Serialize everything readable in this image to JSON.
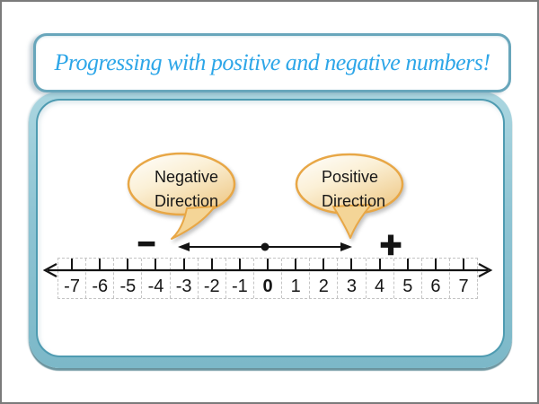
{
  "title": {
    "text": "Progressing with positive and negative numbers!"
  },
  "bubbles": {
    "negative": {
      "text": "Negative\nDirection"
    },
    "positive": {
      "text": "Positive\nDirection"
    }
  },
  "signs": {
    "minus": "−",
    "plus": "+"
  },
  "numberline": {
    "values": [
      -7,
      -6,
      -5,
      -4,
      -3,
      -2,
      -1,
      0,
      1,
      2,
      3,
      4,
      5,
      6,
      7
    ],
    "bold_value": 0,
    "min": -7,
    "max": 7
  },
  "colors": {
    "title_text": "#2da6e8",
    "banner_border": "#68a6bb",
    "frame_light": "#abd6e0",
    "frame_mid": "#8fc4d3",
    "frame_dark_edge": "#4e9bb1",
    "bubble_border": "#e8a746",
    "bubble_fill_light": "#ffffff",
    "bubble_fill_dark": "#efcb8c",
    "line_color": "#141414",
    "dashed_grid": "#c4c4c4"
  }
}
